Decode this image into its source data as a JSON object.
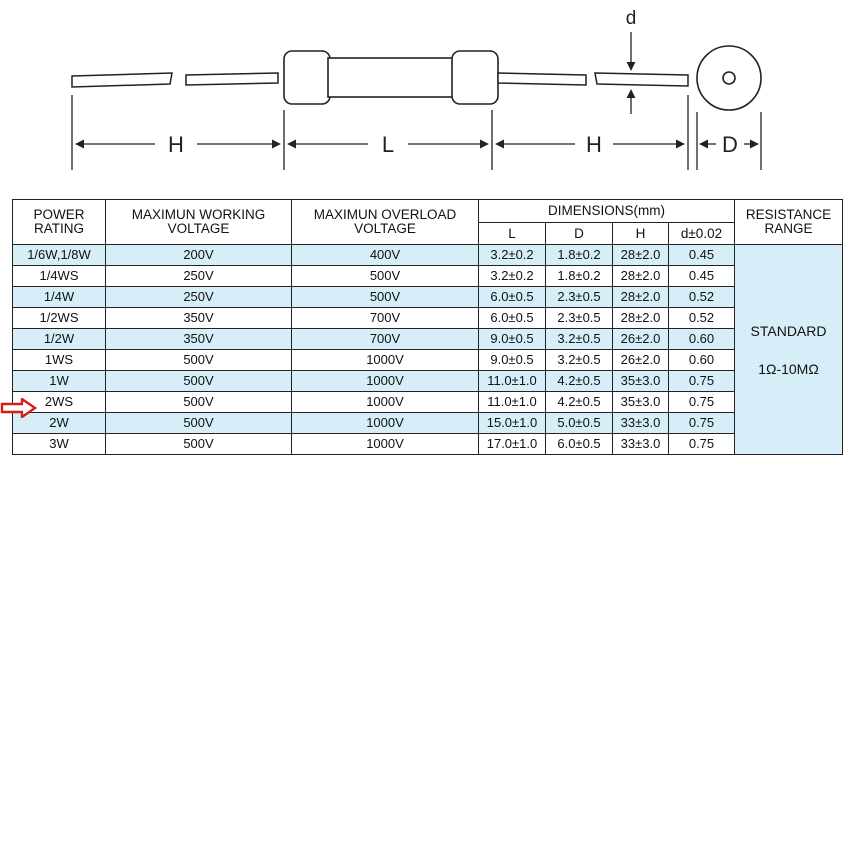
{
  "diagram": {
    "labels": {
      "lead_length": "H",
      "body_length": "L",
      "lead_length_right": "H",
      "body_diameter": "D",
      "lead_diameter": "d"
    }
  },
  "table": {
    "headers": {
      "power_rating": "POWER RATING",
      "working_voltage": "MAXIMUN WORKING VOLTAGE",
      "overload_voltage": "MAXIMUN OVERLOAD VOLTAGE",
      "dimensions": "DIMENSIONS(mm)",
      "resistance_range": "RESISTANCE RANGE",
      "dim_l": "L",
      "dim_d": "D",
      "dim_h": "H",
      "dim_lead": "d±0.02"
    },
    "rows": [
      {
        "power": "1/6W,1/8W",
        "working": "200V",
        "overload": "400V",
        "l": "3.2±0.2",
        "d": "1.8±0.2",
        "h": "28±2.0",
        "lead": "0.45"
      },
      {
        "power": "1/4WS",
        "working": "250V",
        "overload": "500V",
        "l": "3.2±0.2",
        "d": "1.8±0.2",
        "h": "28±2.0",
        "lead": "0.45"
      },
      {
        "power": "1/4W",
        "working": "250V",
        "overload": "500V",
        "l": "6.0±0.5",
        "d": "2.3±0.5",
        "h": "28±2.0",
        "lead": "0.52"
      },
      {
        "power": "1/2WS",
        "working": "350V",
        "overload": "700V",
        "l": "6.0±0.5",
        "d": "2.3±0.5",
        "h": "28±2.0",
        "lead": "0.52"
      },
      {
        "power": "1/2W",
        "working": "350V",
        "overload": "700V",
        "l": "9.0±0.5",
        "d": "3.2±0.5",
        "h": "26±2.0",
        "lead": "0.60"
      },
      {
        "power": "1WS",
        "working": "500V",
        "overload": "1000V",
        "l": "9.0±0.5",
        "d": "3.2±0.5",
        "h": "26±2.0",
        "lead": "0.60"
      },
      {
        "power": "1W",
        "working": "500V",
        "overload": "1000V",
        "l": "11.0±1.0",
        "d": "4.2±0.5",
        "h": "35±3.0",
        "lead": "0.75"
      },
      {
        "power": "2WS",
        "working": "500V",
        "overload": "1000V",
        "l": "11.0±1.0",
        "d": "4.2±0.5",
        "h": "35±3.0",
        "lead": "0.75"
      },
      {
        "power": "2W",
        "working": "500V",
        "overload": "1000V",
        "l": "15.0±1.0",
        "d": "5.0±0.5",
        "h": "33±3.0",
        "lead": "0.75"
      },
      {
        "power": "3W",
        "working": "500V",
        "overload": "1000V",
        "l": "17.0±1.0",
        "d": "6.0±0.5",
        "h": "33±3.0",
        "lead": "0.75"
      }
    ],
    "range_line1": "STANDARD",
    "range_line2": "1Ω-10MΩ"
  },
  "highlight": {
    "row_power": "2WS",
    "arrow_color": "#d0201c"
  },
  "colors": {
    "row_blue": "#d6eef8",
    "line": "#222222"
  }
}
